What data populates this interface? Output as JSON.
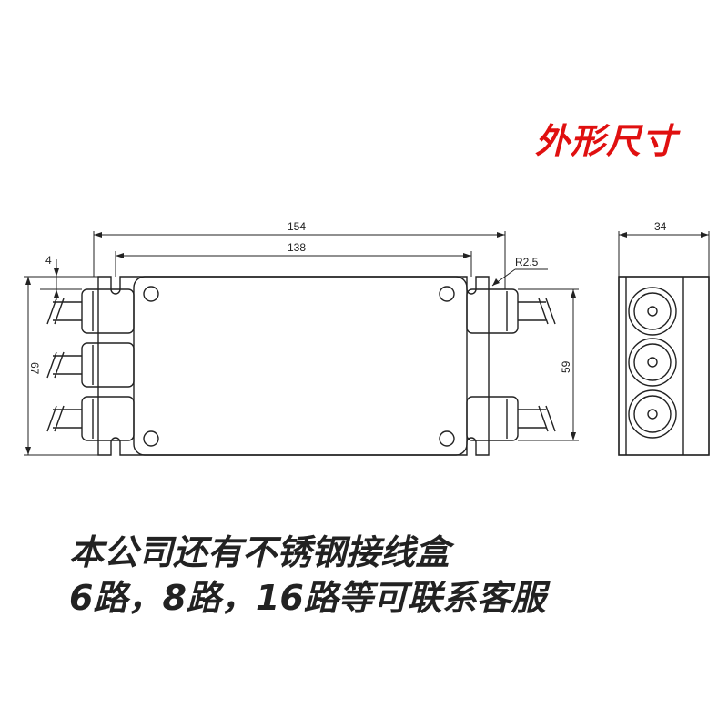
{
  "title": "外形尺寸",
  "dimensions": {
    "overall_length": "154",
    "body_length": "138",
    "overall_height": "67",
    "body_height": "59",
    "edge_offset": "4",
    "corner_radius": "R2.5",
    "side_width": "34"
  },
  "note": {
    "line1": "本公司还有不锈钢接线盒",
    "line2": "6路，8路，16路等可联系客服"
  },
  "colors": {
    "title": "#e01010",
    "lines": "#222222"
  }
}
